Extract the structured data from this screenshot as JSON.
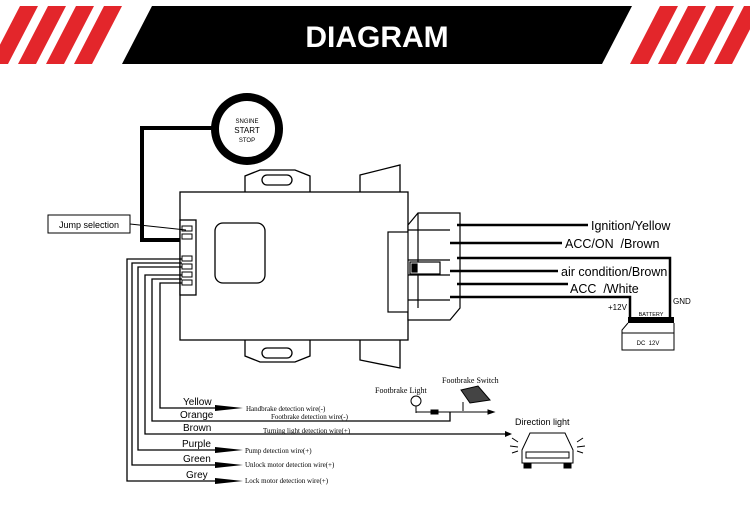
{
  "banner": {
    "title": "DIAGRAM",
    "accent_color": "#e3262b",
    "bar_color": "#000000"
  },
  "start_button": {
    "line1": "SNGINE",
    "line2": "START",
    "line3": "STOP"
  },
  "jump_selection": "Jump selection",
  "right_wires": [
    {
      "label": "Ignition/Yellow"
    },
    {
      "label": "ACC/ON  /Brown"
    },
    {
      "label": "air condition/Brown"
    },
    {
      "label": "ACC  /White"
    }
  ],
  "battery": {
    "plus": "+12V",
    "gnd": "GND",
    "label": "BATTERY",
    "voltage": "DC  12V"
  },
  "left_wires": [
    {
      "color": "Yellow",
      "description": "Handbrake detection wire(-)"
    },
    {
      "color": "Orange",
      "description": "Footbrake detection wire(-)"
    },
    {
      "color": "Brown",
      "description": "Turning light detection wire(+)"
    },
    {
      "color": "Purple",
      "description": "Pump detection wire(+)"
    },
    {
      "color": "Green",
      "description": "Unlock motor detection wire(+)"
    },
    {
      "color": "Grey",
      "description": "Lock motor detection wire(+)"
    }
  ],
  "footbrake_light": "Footbrake Light",
  "footbrake_switch": "Footbrake Switch",
  "direction_light": "Direction light"
}
